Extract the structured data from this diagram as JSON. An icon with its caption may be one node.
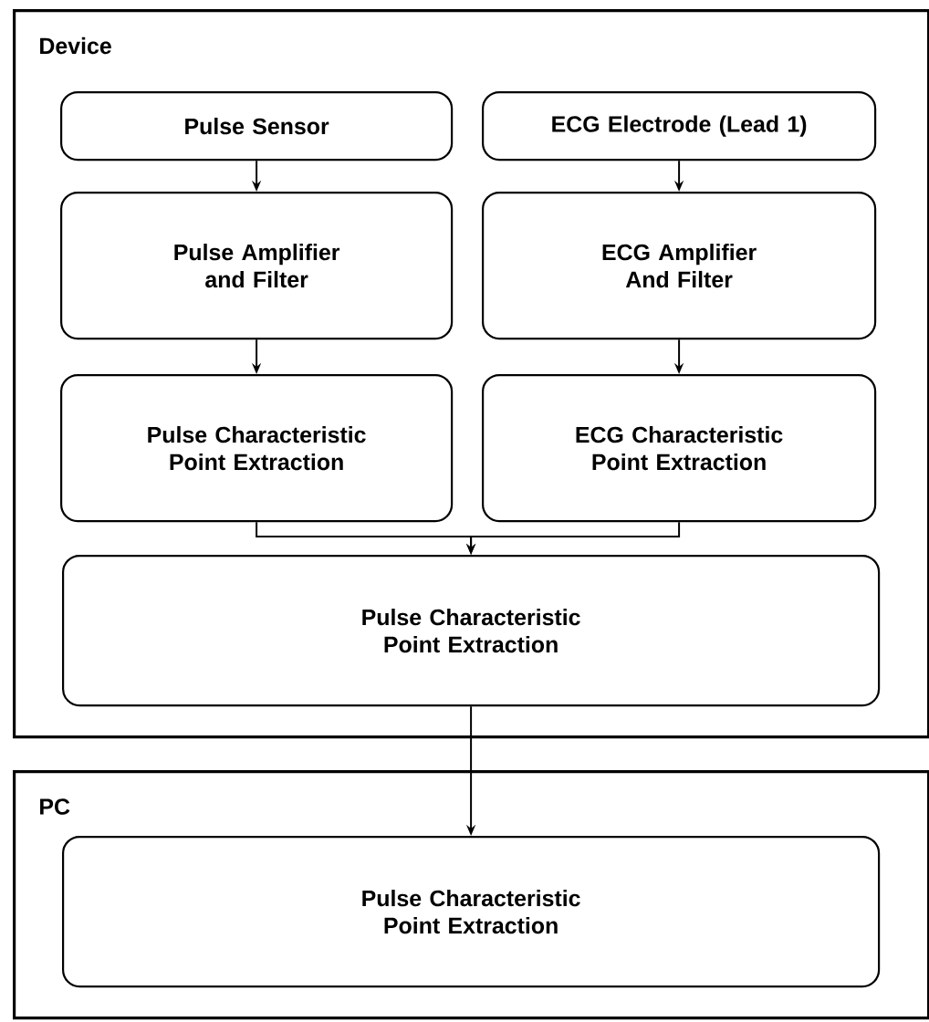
{
  "diagram": {
    "nodes": [
      {
        "text": [
          "Device"
        ]
      },
      {
        "text": [
          "Pulse Sensor"
        ],
        "in": 0
      },
      {
        "text": [
          "ECG Electrode (Lead 1)"
        ],
        "in": 0
      },
      {
        "text": [
          "Pulse Amplifier and Filter"
        ],
        "in": 0
      },
      {
        "text": [
          "ECG Amplifier And Filter"
        ],
        "in": 0
      },
      {
        "text": [
          "Pulse Characteristic Point Extraction"
        ],
        "in": 0
      },
      {
        "text": [
          "ECG Characteristic Point Extraction"
        ],
        "in": 0
      },
      {
        "text": [
          "Pulse Characteristic Point Extraction"
        ],
        "in": 0
      },
      {
        "text": [
          "PC"
        ]
      },
      {
        "text": [
          "Pulse Characteristic Point Extraction"
        ],
        "in": 8
      }
    ],
    "edges": [
      {
        "from": 1,
        "to": 3,
        "arrow": "to"
      },
      {
        "from": 2,
        "to": 4,
        "arrow": "to"
      },
      {
        "from": 3,
        "to": 5,
        "arrow": "to"
      },
      {
        "from": 4,
        "to": 6,
        "arrow": "to"
      },
      {
        "from": 5,
        "to": 7,
        "arrow": "to"
      },
      {
        "from": 6,
        "to": 7,
        "arrow": "to"
      },
      {
        "from": 7,
        "to": 9,
        "arrow": "to"
      }
    ]
  }
}
